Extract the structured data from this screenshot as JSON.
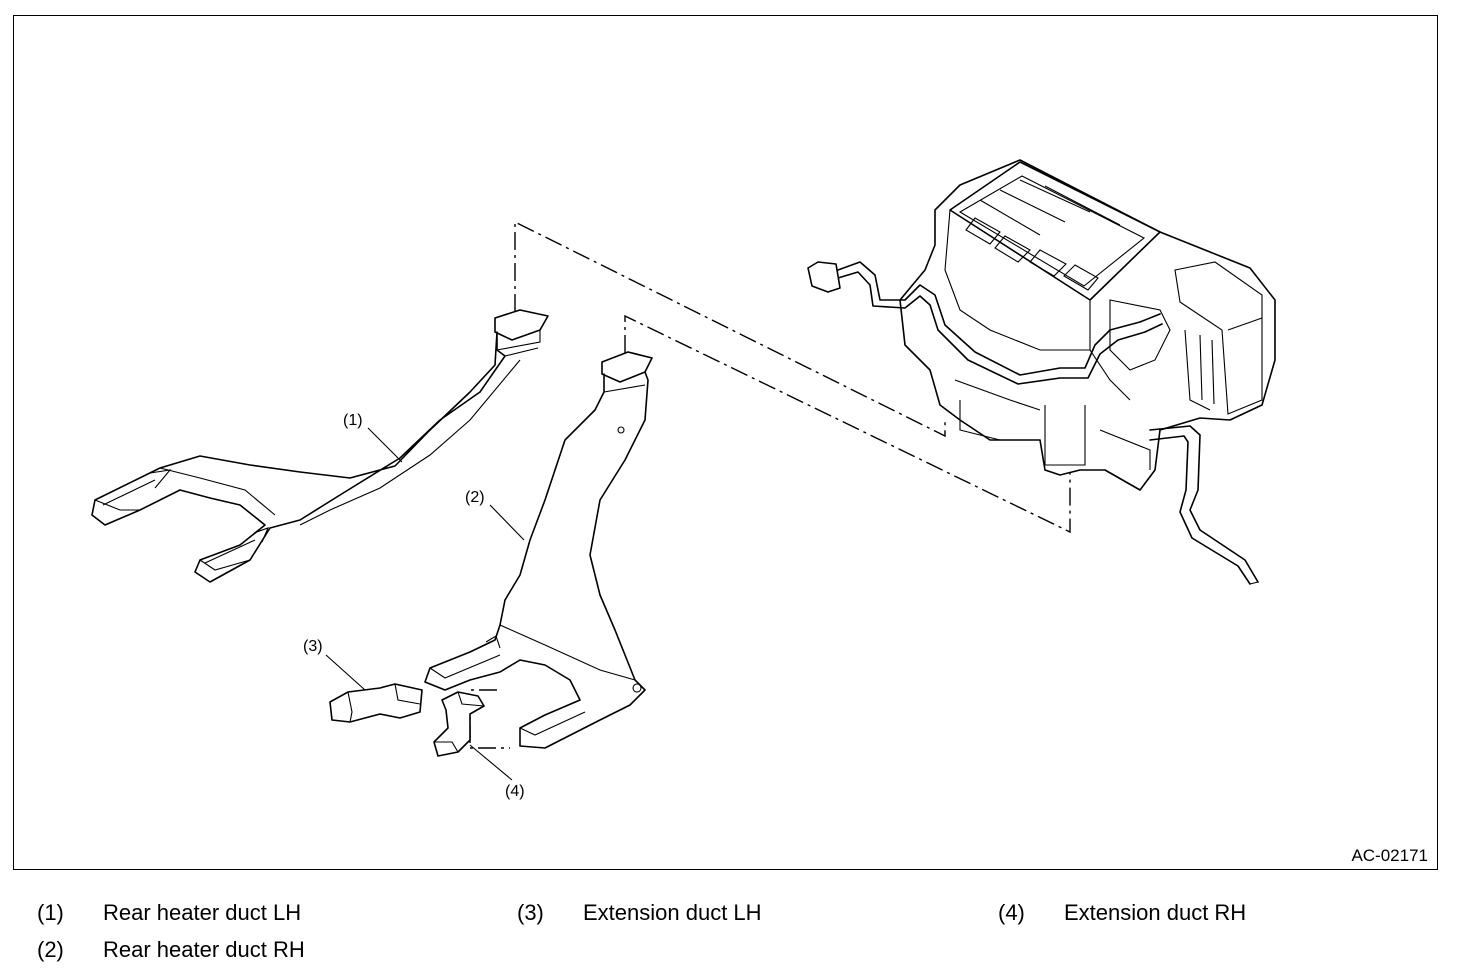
{
  "figure_id": "AC-02171",
  "callouts": [
    "(1)",
    "(2)",
    "(3)",
    "(4)"
  ],
  "legend": [
    {
      "num": "(1)",
      "label": "Rear heater duct LH"
    },
    {
      "num": "(2)",
      "label": "Rear heater duct RH"
    },
    {
      "num": "(3)",
      "label": "Extension duct LH"
    },
    {
      "num": "(4)",
      "label": "Extension duct RH"
    }
  ]
}
